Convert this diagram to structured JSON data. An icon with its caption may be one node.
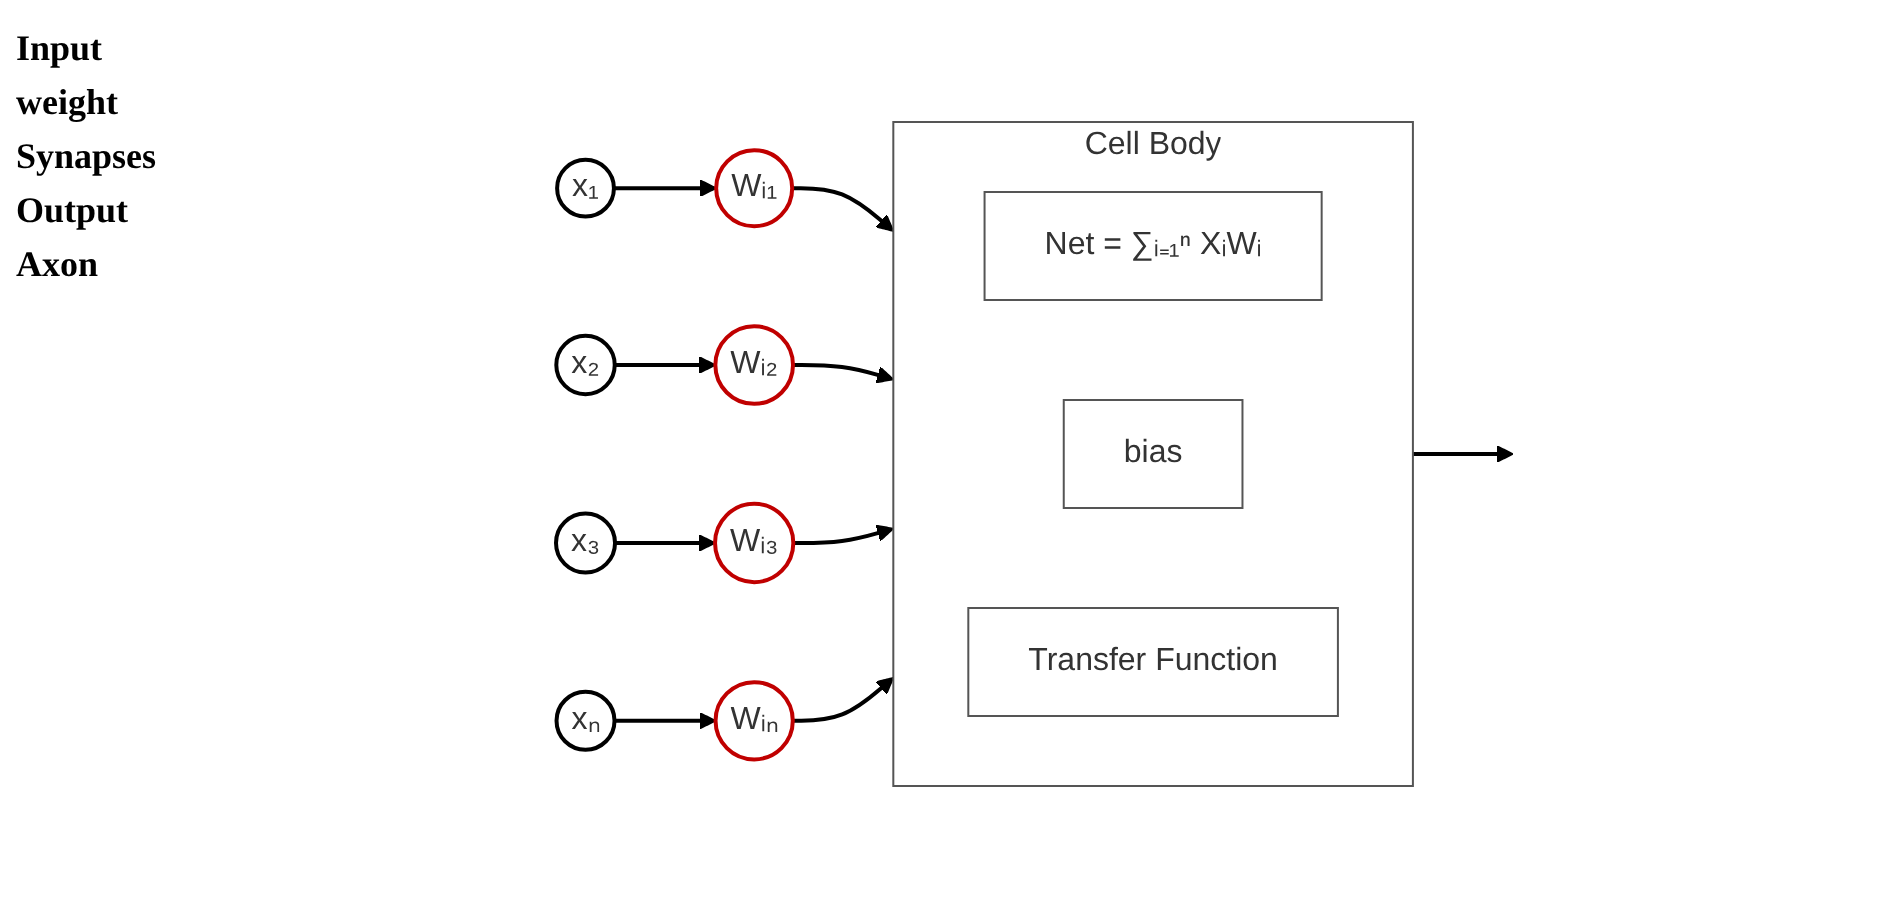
{
  "diagram": {
    "nodes": [
      {
        "text": [
          "x₁"
        ]
      },
      {
        "text": [
          "x₂"
        ]
      },
      {
        "text": [
          "x₃"
        ]
      },
      {
        "text": [
          "xₙ"
        ]
      },
      {
        "text": [
          "Wᵢ₁"
        ]
      },
      {
        "text": [
          "Wᵢ₂"
        ]
      },
      {
        "text": [
          "Wᵢ₃"
        ]
      },
      {
        "text": [
          "Wᵢₙ"
        ]
      },
      {
        "text": [
          "Cell Body"
        ]
      },
      {
        "text": [
          "Net = ∑ᵢ₌₁ⁿ XᵢWᵢ"
        ],
        "in": 8
      },
      {
        "text": [
          "bias"
        ],
        "in": 8
      },
      {
        "text": [
          "Transfer Function"
        ],
        "in": 8
      }
    ],
    "edges": [
      {
        "from": 0,
        "to": 4,
        "arrow": "to"
      },
      {
        "from": 1,
        "to": 5,
        "arrow": "to"
      },
      {
        "from": 2,
        "to": 6,
        "arrow": "to"
      },
      {
        "from": 3,
        "to": 7,
        "arrow": "to"
      },
      {
        "from": 4,
        "to": 8,
        "arrow": "to"
      },
      {
        "from": 5,
        "to": 8,
        "arrow": "to"
      },
      {
        "from": 6,
        "to": 8,
        "arrow": "to"
      },
      {
        "from": 7,
        "to": 8,
        "arrow": "to"
      },
      {
        "from": 8,
        "to": null,
        "arrow": "to"
      }
    ],
    "labels": [
      "Input",
      "weight",
      "Synapses",
      "Output",
      "Axon"
    ]
  }
}
